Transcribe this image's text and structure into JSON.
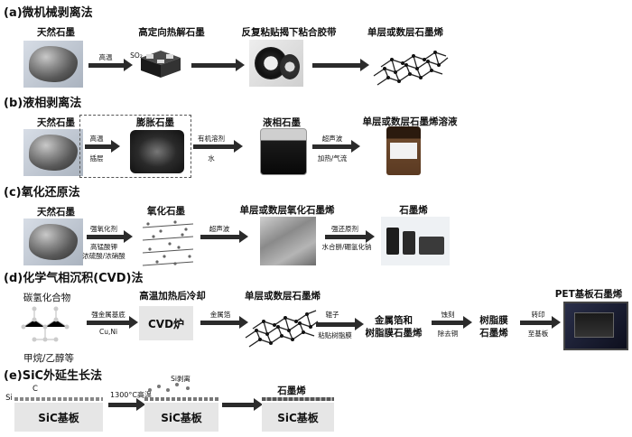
{
  "sections": {
    "a": {
      "title": "(a)微机械剥离法",
      "natural_graphite": "天然石墨",
      "high_temp": "高温",
      "hopg": "高定向热解石墨",
      "so2": "SO₂",
      "tape": "反复粘贴揭下粘合胶带",
      "result": "单层或数层石墨烯"
    },
    "b": {
      "title": "(b)液相剥离法",
      "natural_graphite": "天然石墨",
      "high_temp": "高温",
      "intercalate": "插层",
      "expanded": "膨胀石墨",
      "solvent": "有机溶剂",
      "water": "水",
      "liquid_graphite": "液相石墨",
      "ultrasonic": "超声波",
      "heat_air": "加热/气流",
      "result": "单层或数层石墨烯溶液"
    },
    "c": {
      "title": "(c)氧化还原法",
      "natural_graphite": "天然石墨",
      "oxidant": "强氧化剂",
      "kmno4": "高锰酸钾",
      "acids": "浓硫酸/浓硝酸",
      "graphite_oxide": "氧化石墨",
      "ultrasonic": "超声波",
      "go_sheets": "单层或数层氧化石墨烯",
      "reductant": "强还原剂",
      "reductant_names": "水合肼/硼氢化钠",
      "result": "石墨烯"
    },
    "d": {
      "title": "(d)化学气相沉积(CVD)法",
      "hydrocarbon": "碳氢化合物",
      "methane": "甲烷/乙醇等",
      "substrate": "强金属基底",
      "metals": "Cu,Ni",
      "process": "高温加热后冷却",
      "furnace": "CVD炉",
      "foil": "金属箔",
      "result1": "单层或数层石墨烯",
      "roller": "辊子",
      "resin": "粘贴树脂膜",
      "foil_resin": "金属箔和",
      "foil_resin2": "树脂膜石墨烯",
      "etch": "蚀刻",
      "remove_cu": "除去铜",
      "resin_film": "树脂膜",
      "resin_film2": "石墨烯",
      "transfer": "转印",
      "to_substrate": "至基板",
      "pet": "PET基板石墨烯"
    },
    "e": {
      "title": "(e)SiC外延生长法",
      "si": "Si",
      "c": "C",
      "temp": "1300°C高温",
      "si_sub": "Si剥离",
      "sic1": "SiC基板",
      "sic2": "SiC基板",
      "sic3": "SiC基板",
      "result": "石墨烯"
    }
  }
}
